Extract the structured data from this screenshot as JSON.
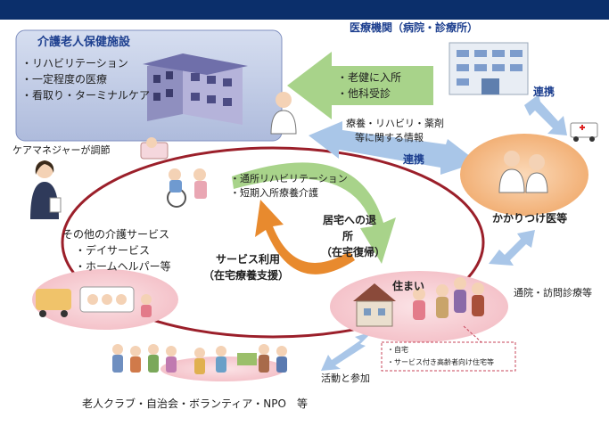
{
  "facility": {
    "title": "介護老人保健施設",
    "services": [
      "・リハビリテーション",
      "・一定程度の医療",
      "・看取り・ターミナルケア"
    ]
  },
  "medical_institution": {
    "label": "医療機関（病院・診療所）"
  },
  "arrows": {
    "to_facility": [
      "・老健に入所",
      "・他科受診"
    ],
    "info_exchange": [
      "療養・リハビリ・薬剤",
      "等に関する情報"
    ],
    "renkei_center": "連携",
    "renkei_top": "連携",
    "return_home": [
      "居宅への退",
      "所",
      "（在宅復帰）"
    ],
    "service_use": [
      "サービス利用",
      "（在宅療養支援）"
    ],
    "visit": "通院・訪問診療等",
    "activity": "活動と参加"
  },
  "care_manager": "ケアマネジャーが調節",
  "facility_services": [
    "・通所リハビリテーション",
    "・短期入所療養介護"
  ],
  "other_services": {
    "title": "その他の介護サービス",
    "items": [
      "・デイサービス",
      "・ホームヘルパー等"
    ]
  },
  "family_doctor": "かかりつけ医等",
  "home": {
    "label": "住まい",
    "types": [
      "・自宅",
      "・サービス付き高齢者向け住宅等"
    ]
  },
  "community": "老人クラブ・自治会・ボランティア・NPO　等",
  "colors": {
    "facility_box": "#c9d3ea",
    "ellipse": "#9b1f2a",
    "arrow_green": "#a8d38a",
    "arrow_blue": "#a9c6e8",
    "arrow_orange": "#e88a2e",
    "circle_orange": "#f2b27d"
  }
}
